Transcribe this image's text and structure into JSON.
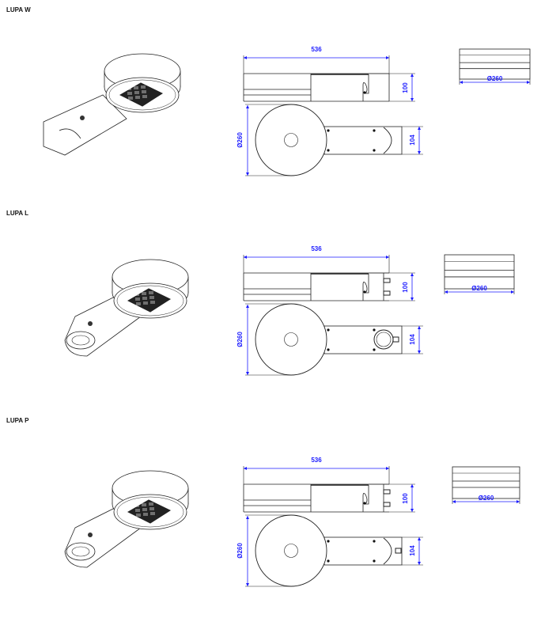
{
  "sections": [
    {
      "title": "LUPA W",
      "variant": "W",
      "length": "536",
      "height": "100",
      "diameter": "Ø260",
      "arm_width": "104",
      "top_diameter": "Ø260"
    },
    {
      "title": "LUPA L",
      "variant": "L",
      "length": "536",
      "height": "100",
      "diameter": "Ø260",
      "arm_width": "104",
      "top_diameter": "Ø260"
    },
    {
      "title": "LUPA P",
      "variant": "P",
      "length": "536",
      "height": "100",
      "diameter": "Ø260",
      "arm_width": "104",
      "top_diameter": "Ø260"
    }
  ],
  "colors": {
    "line": "#222222",
    "dimension": "#1a1aff"
  }
}
